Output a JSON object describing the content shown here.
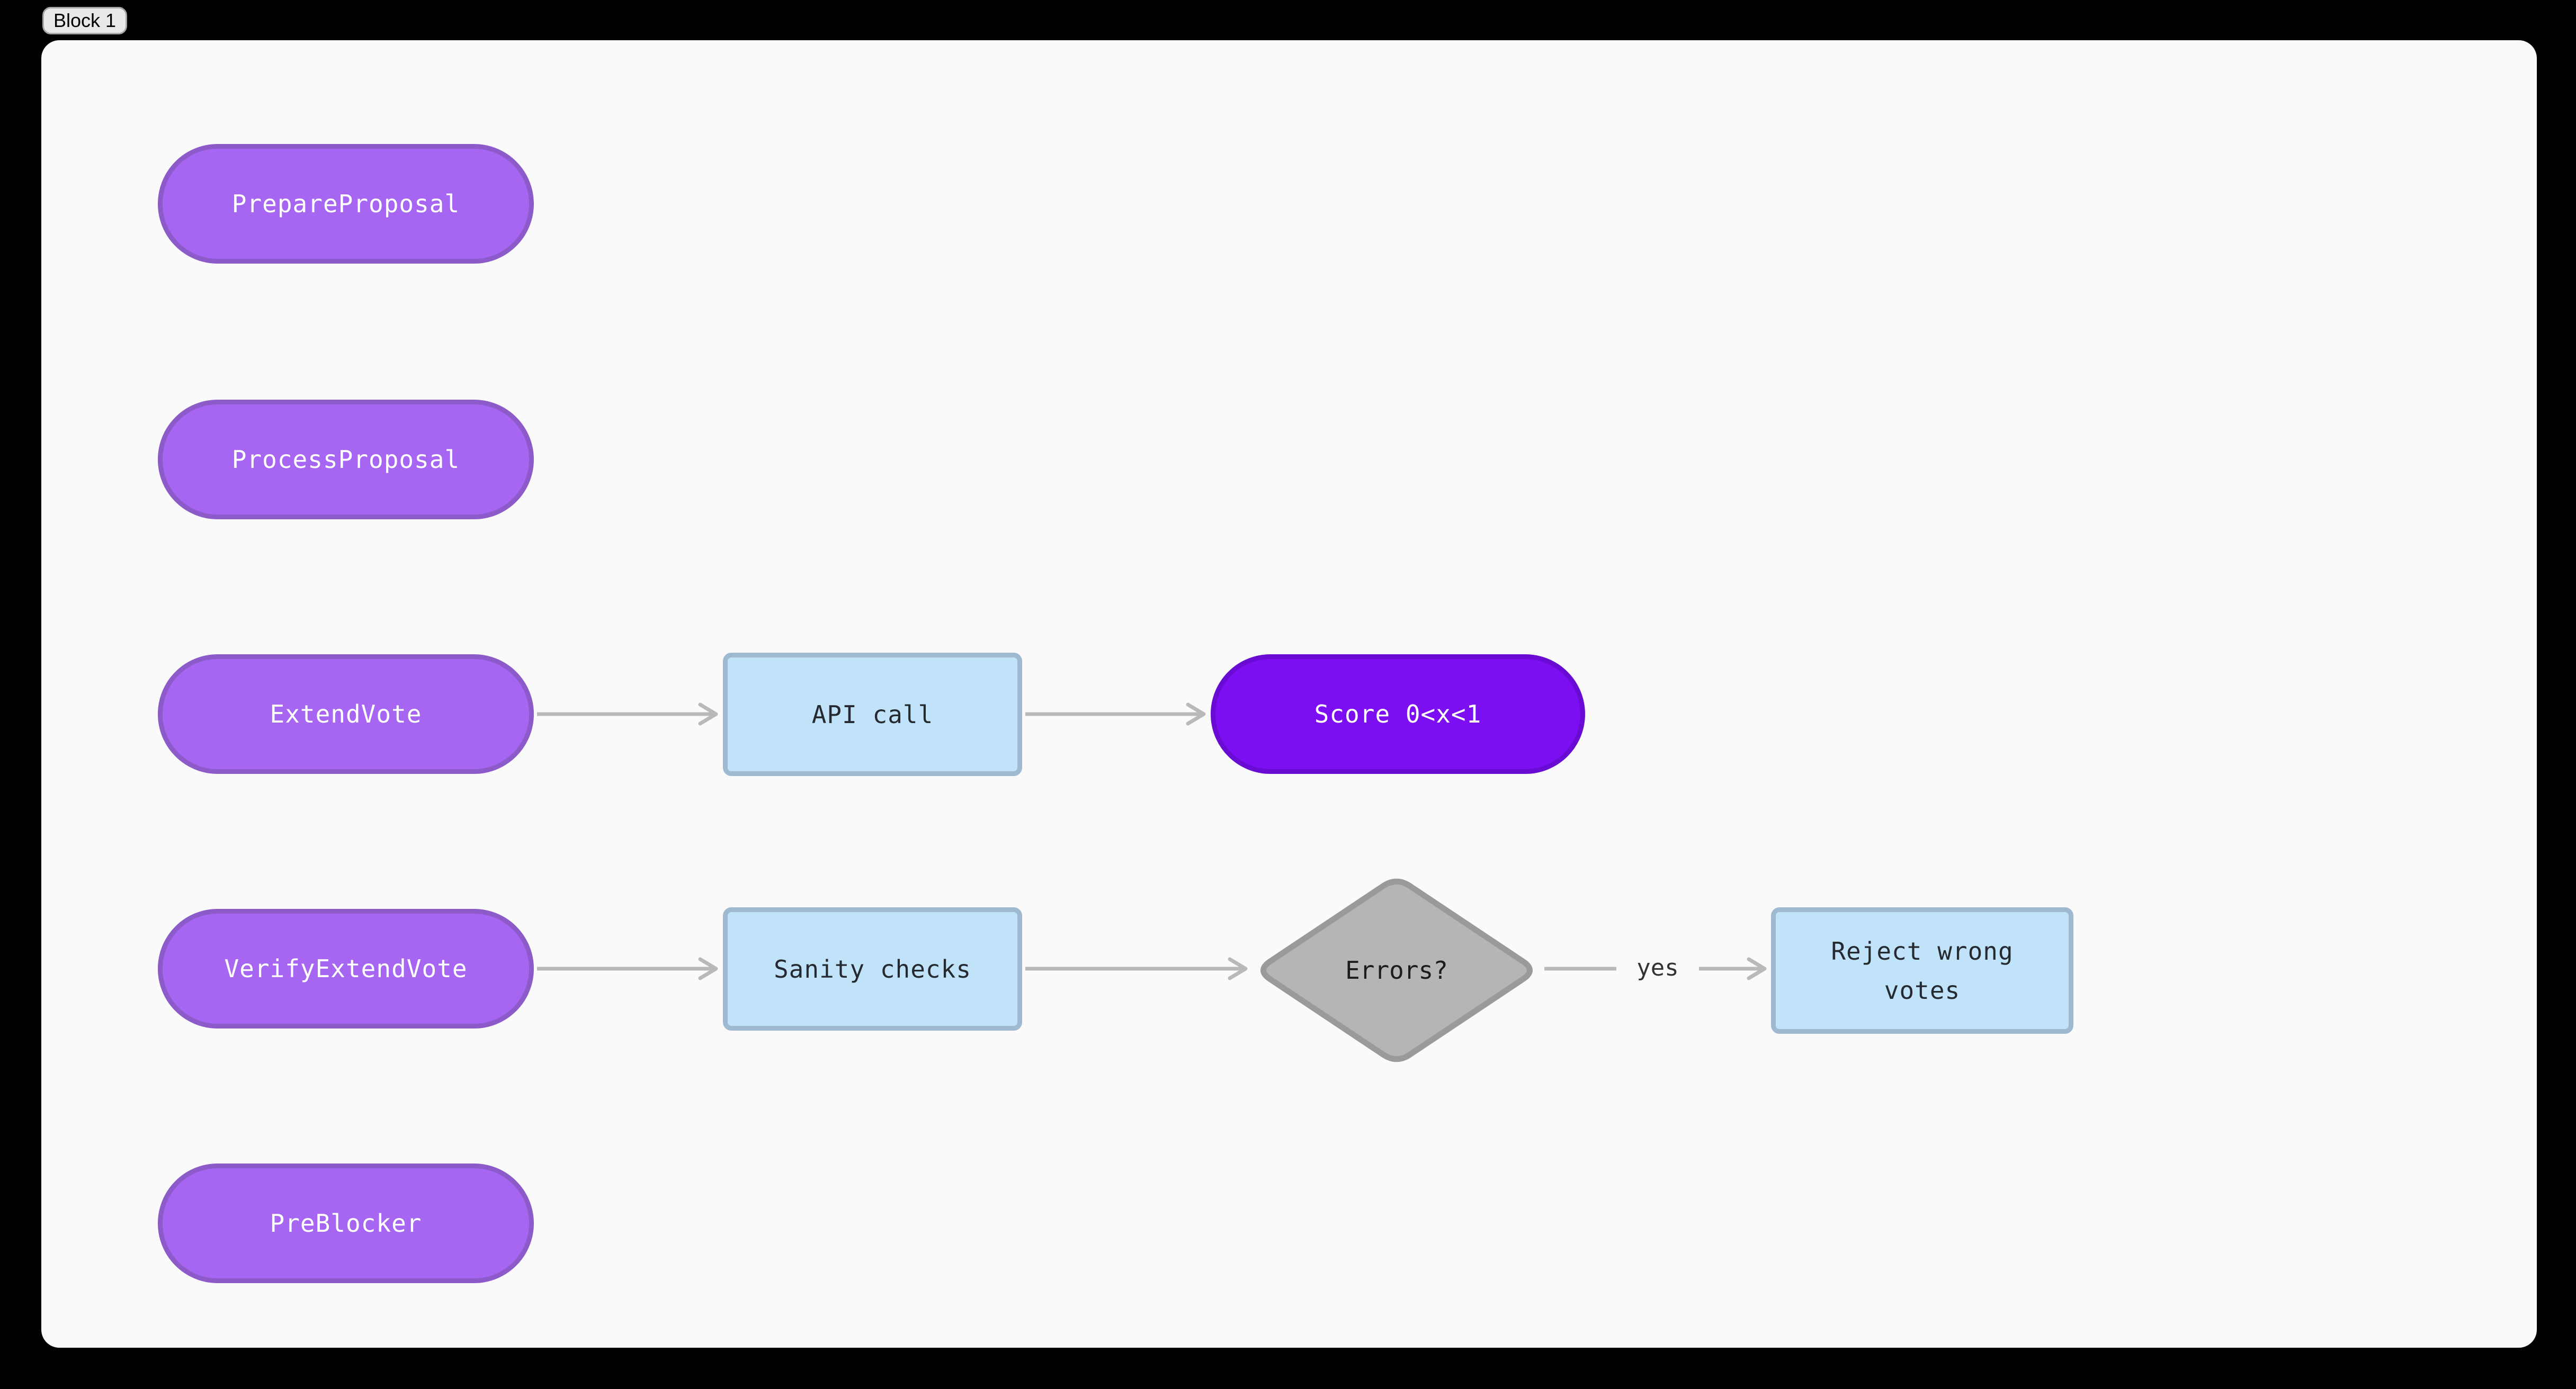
{
  "tab": {
    "label": "Block 1"
  },
  "colors": {
    "background": "#000000",
    "canvas": "#fafafa",
    "pill_fill": "#a666f2",
    "pill_border": "#8d5bc9",
    "accent_fill": "#7c0ff2",
    "accent_border": "#690bd2",
    "process_fill": "#c1e3fa",
    "process_border": "#9eb9d0",
    "decision_fill": "#b5b5b5",
    "decision_border": "#9a9a9a",
    "edge": "#b9b9b9",
    "node_text_light": "#ffffff",
    "node_text_dark": "#252a31"
  },
  "nodes": {
    "prepare_proposal": {
      "label": "PrepareProposal",
      "type": "pill"
    },
    "process_proposal": {
      "label": "ProcessProposal",
      "type": "pill"
    },
    "extend_vote": {
      "label": "ExtendVote",
      "type": "pill"
    },
    "api_call": {
      "label": "API call",
      "type": "process"
    },
    "score": {
      "label": "Score 0<x<1",
      "type": "accent-pill"
    },
    "verify_extend_vote": {
      "label": "VerifyExtendVote",
      "type": "pill"
    },
    "sanity_checks": {
      "label": "Sanity checks",
      "type": "process"
    },
    "errors": {
      "label": "Errors?",
      "type": "decision"
    },
    "reject_wrong_votes": {
      "label": "Reject wrong votes",
      "type": "process"
    },
    "pre_blocker": {
      "label": "PreBlocker",
      "type": "pill"
    }
  },
  "edges": {
    "yes_label": "yes",
    "connections": [
      {
        "from": "extend_vote",
        "to": "api_call"
      },
      {
        "from": "api_call",
        "to": "score"
      },
      {
        "from": "verify_extend_vote",
        "to": "sanity_checks"
      },
      {
        "from": "sanity_checks",
        "to": "errors"
      },
      {
        "from": "errors",
        "to": "reject_wrong_votes",
        "label": "yes"
      }
    ]
  }
}
